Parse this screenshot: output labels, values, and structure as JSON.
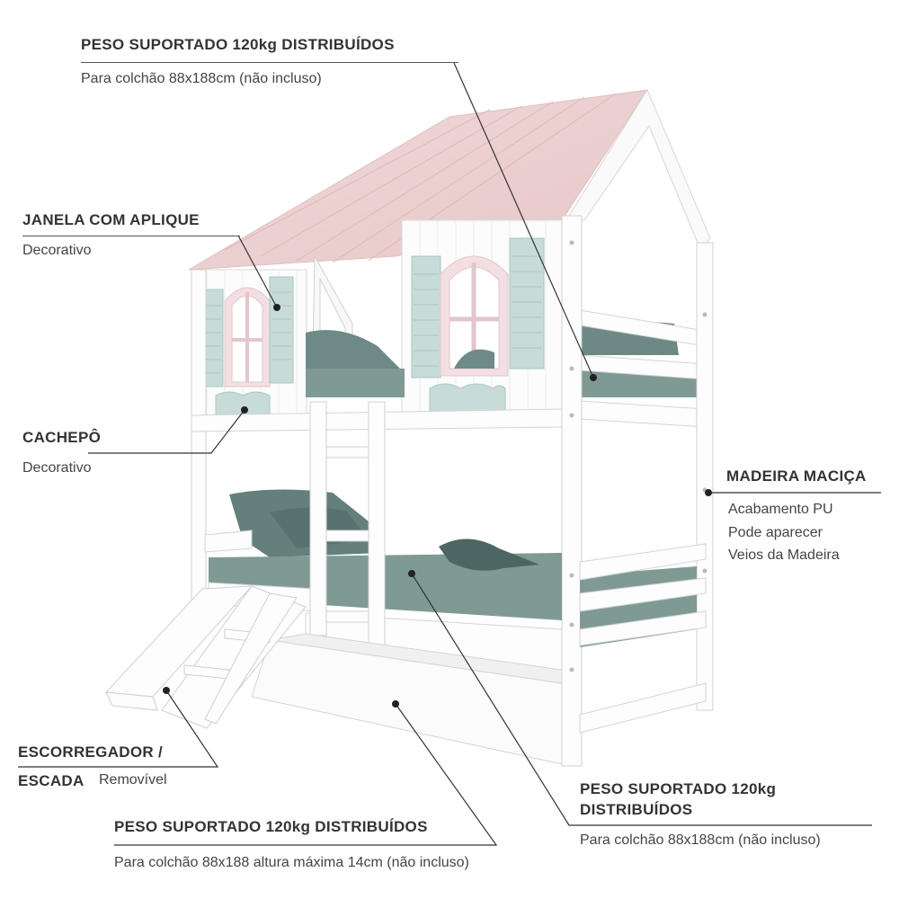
{
  "callouts": {
    "top": {
      "title": "PESO SUPORTADO 120kg DISTRIBUÍDOS",
      "sub": "Para colchão 88x188cm (não incluso)"
    },
    "janela": {
      "title": "JANELA COM APLIQUE",
      "sub": "Decorativo"
    },
    "cachepo": {
      "title": "CACHEPÔ",
      "sub": "Decorativo"
    },
    "madeira": {
      "title": "MADEIRA MACIÇA",
      "lines": [
        "Acabamento PU",
        "Pode aparecer",
        "Veios da Madeira"
      ]
    },
    "escorregador": {
      "title_line1": "ESCORREGADOR /",
      "title_line2": "ESCADA",
      "sub": "Removível"
    },
    "bottom_left": {
      "title": "PESO SUPORTADO 120kg DISTRIBUÍDOS",
      "sub": "Para colchão 88x188 altura máxima 14cm (não incluso)"
    },
    "bottom_right": {
      "title_line1": "PESO SUPORTADO 120kg",
      "title_line2": "DISTRIBUÍDOS",
      "sub": "Para colchão 88x188cm (não incluso)"
    }
  },
  "colors": {
    "frame": "#ffffff",
    "frame_edge": "#d8d8d8",
    "roof": "#ecd0d0",
    "mattress": "#7f9a94",
    "pillow": "#5e7b78",
    "shutter": "#c7dcd8",
    "window_frame": "#efd9dd",
    "leader": "#333333"
  }
}
